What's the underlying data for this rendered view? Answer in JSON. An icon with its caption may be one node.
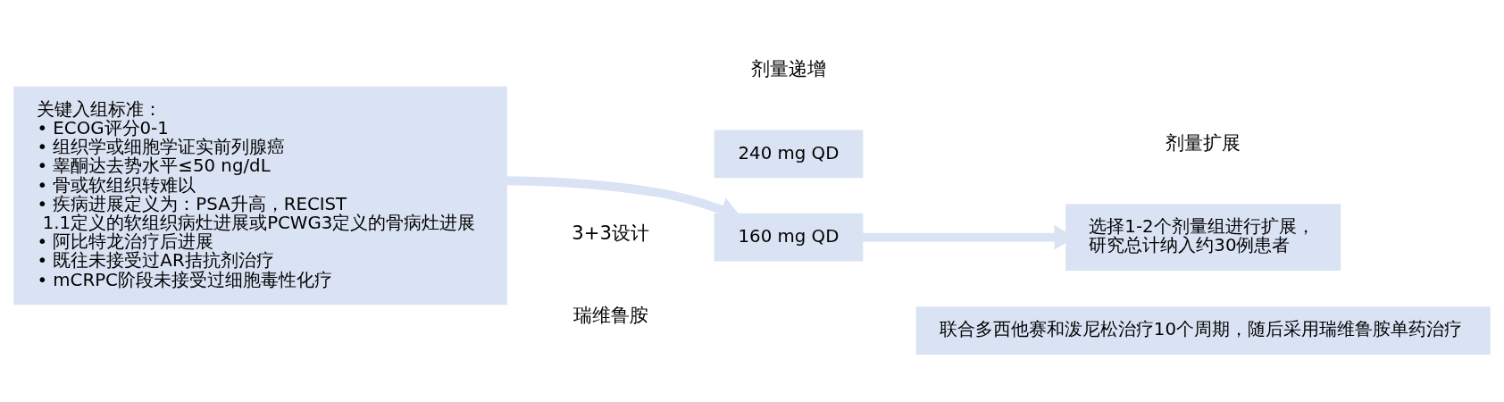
{
  "diagram": {
    "nodes": [
      {
        "text": [
          "关键入组标准：",
          "• ECOG评分0-1",
          "• 组织学或细胞学证实前列腺癌",
          "• 睾酮达去势水平≤50 ng/dL",
          "• 骨或软组织转难以",
          "• 疾病进展定义为：PSA升高，RECIST 1.1定义的软组织病灶进展或PCWG3定义的骨病灶进展",
          "• 阿比特龙治疗后进展",
          "• 既往未接受过AR拮抗剂治疗",
          "• mCRPC阶段未接受过细胞毒性化疗"
        ]
      },
      {
        "text": [
          "240 mg QD"
        ]
      },
      {
        "text": [
          "160 mg QD"
        ]
      },
      {
        "text": [
          "选择1-2个剂量组进行扩展，研究总计纳入约30例患者"
        ]
      },
      {
        "text": [
          "联合多西他赛和泼尼松治疗10个周期，随后采用瑞维鲁胺单药治疗"
        ]
      }
    ],
    "edges": [
      {
        "from": 0,
        "to": 2,
        "arrow": "to"
      },
      {
        "from": 2,
        "to": 3,
        "arrow": "to"
      }
    ],
    "labels": [
      "剂量递增",
      "3+3设计",
      "瑞维鲁胺",
      "剂量扩展"
    ]
  }
}
